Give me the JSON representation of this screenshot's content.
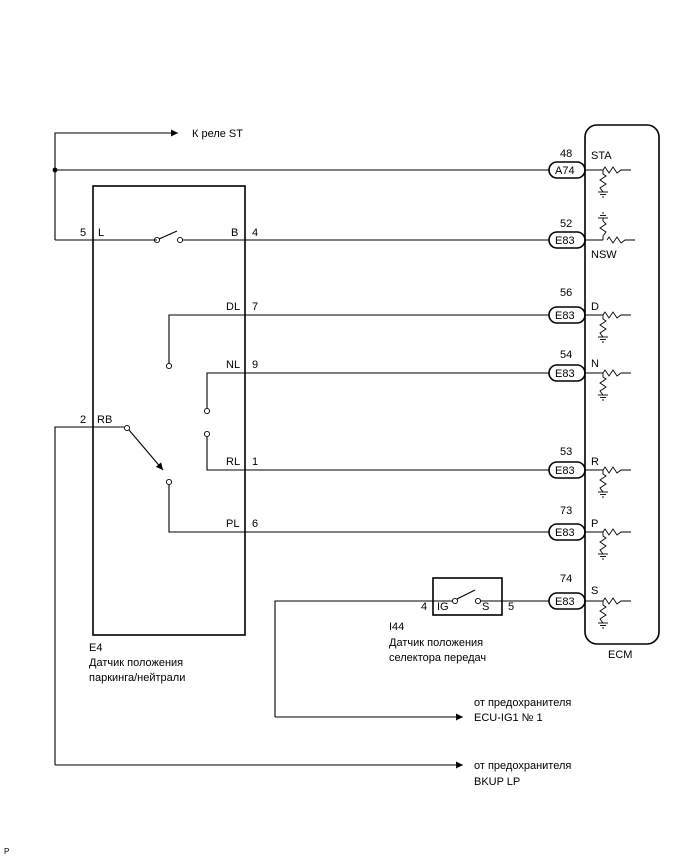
{
  "relay_label": "К реле ST",
  "switch_e4": {
    "id": "E4",
    "name_line1": "Датчик положения",
    "name_line2": "паркинга/нейтрали",
    "pins": [
      {
        "num": "5",
        "name": "L"
      },
      {
        "num": "4",
        "name": "B"
      },
      {
        "num": "7",
        "name": "DL"
      },
      {
        "num": "9",
        "name": "NL"
      },
      {
        "num": "2",
        "name": "RB"
      },
      {
        "num": "1",
        "name": "RL"
      },
      {
        "num": "6",
        "name": "PL"
      }
    ]
  },
  "switch_i44": {
    "id": "I44",
    "name_line1": "Датчик положения",
    "name_line2": "селектора передач",
    "pin_left": "4",
    "pin_right": "5",
    "term_left": "IG",
    "term_right": "S"
  },
  "connectors": [
    {
      "pin": "48",
      "conn": "A74",
      "signal": "STA"
    },
    {
      "pin": "52",
      "conn": "E83",
      "signal": "NSW"
    },
    {
      "pin": "56",
      "conn": "E83",
      "signal": "D"
    },
    {
      "pin": "54",
      "conn": "E83",
      "signal": "N"
    },
    {
      "pin": "53",
      "conn": "E83",
      "signal": "R"
    },
    {
      "pin": "73",
      "conn": "E83",
      "signal": "P"
    },
    {
      "pin": "74",
      "conn": "E83",
      "signal": "S"
    }
  ],
  "ecm_label": "ECM",
  "fuse_ig": {
    "line1": "от предохранителя",
    "line2": "ECU-IG1 № 1"
  },
  "fuse_bkup": {
    "line1": "от предохранителя",
    "line2": "BKUP LP"
  },
  "corner_mark": "P"
}
